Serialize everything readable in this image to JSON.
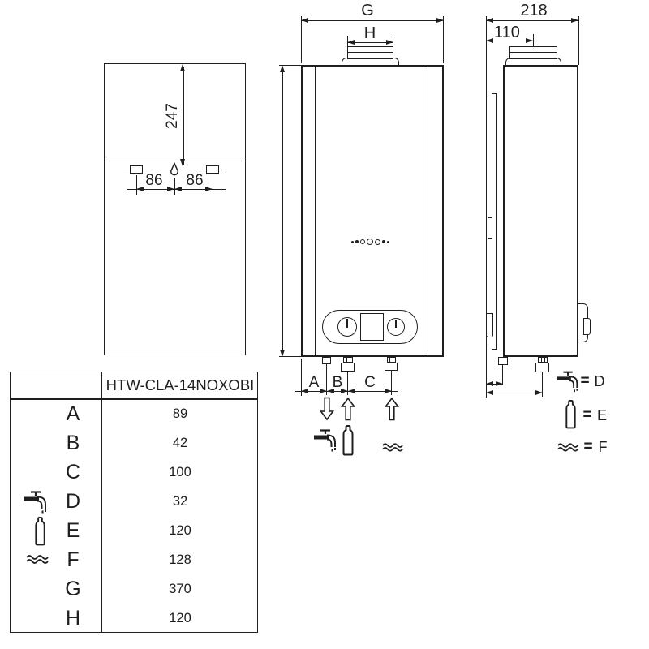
{
  "colors": {
    "line": "#1f1f1f",
    "background": "#ffffff"
  },
  "rear_view": {
    "height_dim": "247",
    "hole_spacing_left": "86",
    "hole_spacing_right": "86"
  },
  "front_view": {
    "width_dim_label": "G",
    "flue_dim_label": "H",
    "port_a": "A",
    "port_b": "B",
    "port_c": "C"
  },
  "side_view": {
    "depth_dim": "218",
    "flue_offset_dim": "110"
  },
  "legend": {
    "equals": "=",
    "items": [
      {
        "icon": "tap-icon",
        "symbol": "D"
      },
      {
        "icon": "gas-bottle-icon",
        "symbol": "E"
      },
      {
        "icon": "water-waves-icon",
        "symbol": "F"
      }
    ]
  },
  "table": {
    "model_header": "HTW-CLA-14NOXOBI",
    "rows": [
      {
        "label": "A",
        "value": "89",
        "icon": ""
      },
      {
        "label": "B",
        "value": "42",
        "icon": ""
      },
      {
        "label": "C",
        "value": "100",
        "icon": ""
      },
      {
        "label": "D",
        "value": "32",
        "icon": "tap-icon"
      },
      {
        "label": "E",
        "value": "120",
        "icon": "gas-bottle-icon"
      },
      {
        "label": "F",
        "value": "128",
        "icon": "water-waves-icon"
      },
      {
        "label": "G",
        "value": "370",
        "icon": ""
      },
      {
        "label": "H",
        "value": "120",
        "icon": ""
      }
    ]
  }
}
